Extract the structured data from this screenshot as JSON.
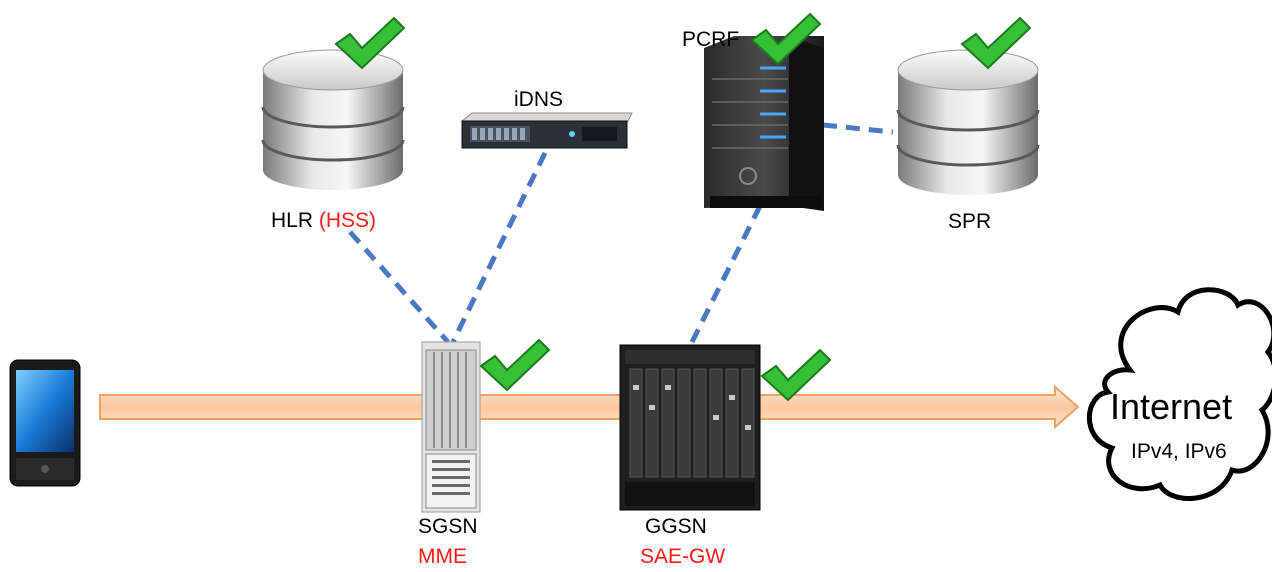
{
  "nodes": {
    "hlr": {
      "label": "HLR",
      "alt_label": "(HSS)"
    },
    "idns": {
      "label": "iDNS"
    },
    "pcrf": {
      "label": "PCRF"
    },
    "spr": {
      "label": "SPR"
    },
    "sgsn": {
      "label": "SGSN",
      "alt_label": "MME"
    },
    "ggsn": {
      "label": "GGSN",
      "alt_label": "SAE-GW"
    },
    "internet": {
      "label": "Internet",
      "sub_label": "IPv4, IPv6"
    },
    "handset": {
      "icon": "smartphone-icon"
    }
  },
  "colors": {
    "alt_label": "#ff1a1a",
    "dashed_link": "#4a78c2",
    "flow_arrow_fill": "#fbd5b5",
    "flow_arrow_stroke": "#f0a060",
    "checkmark": "#3cc23c"
  },
  "icons": [
    "database-icon",
    "server-icon",
    "tower-server-icon",
    "router-chassis-icon",
    "cloud-icon",
    "checkmark-icon",
    "smartphone-icon"
  ]
}
